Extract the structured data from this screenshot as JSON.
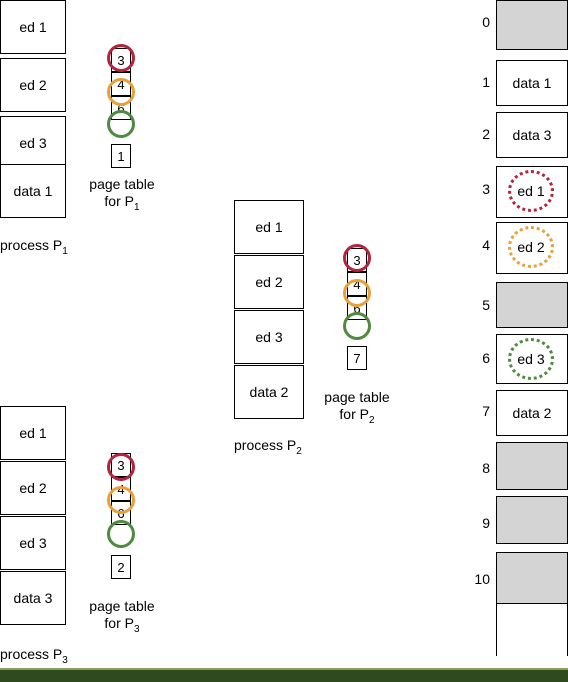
{
  "colors": {
    "ed1": "#b3243e",
    "ed2": "#e8a13a",
    "ed3": "#4e8a3f",
    "free_frame": "#d4d4d4",
    "footer_bar": "#2f4a1e"
  },
  "p1": {
    "pages": [
      "ed 1",
      "ed 2",
      "ed 3",
      "data 1"
    ],
    "label_prefix": "process P",
    "label_sub": "1",
    "page_table": [
      "3",
      "4",
      "6",
      "1"
    ],
    "pt_caption_line1": "page table",
    "pt_caption_line2": "for P",
    "pt_caption_sub": "1"
  },
  "p2": {
    "pages": [
      "ed 1",
      "ed 2",
      "ed 3",
      "data 2"
    ],
    "label_prefix": "process P",
    "label_sub": "2",
    "page_table": [
      "3",
      "4",
      "6",
      "7"
    ],
    "pt_caption_line1": "page table",
    "pt_caption_line2": "for P",
    "pt_caption_sub": "2"
  },
  "p3": {
    "pages": [
      "ed 1",
      "ed 2",
      "ed 3",
      "data 3"
    ],
    "label_prefix": "process P",
    "label_sub": "3",
    "page_table": [
      "3",
      "4",
      "6",
      "2"
    ],
    "pt_caption_line1": "page table",
    "pt_caption_line2": "for P",
    "pt_caption_sub": "3"
  },
  "memory": {
    "frames": [
      {
        "num": "0",
        "content": ""
      },
      {
        "num": "1",
        "content": "data 1"
      },
      {
        "num": "2",
        "content": "data 3"
      },
      {
        "num": "3",
        "content": "ed 1"
      },
      {
        "num": "4",
        "content": "ed 2"
      },
      {
        "num": "5",
        "content": ""
      },
      {
        "num": "6",
        "content": "ed 3"
      },
      {
        "num": "7",
        "content": "data 2"
      },
      {
        "num": "8",
        "content": ""
      },
      {
        "num": "9",
        "content": ""
      },
      {
        "num": "10",
        "content": ""
      }
    ]
  }
}
